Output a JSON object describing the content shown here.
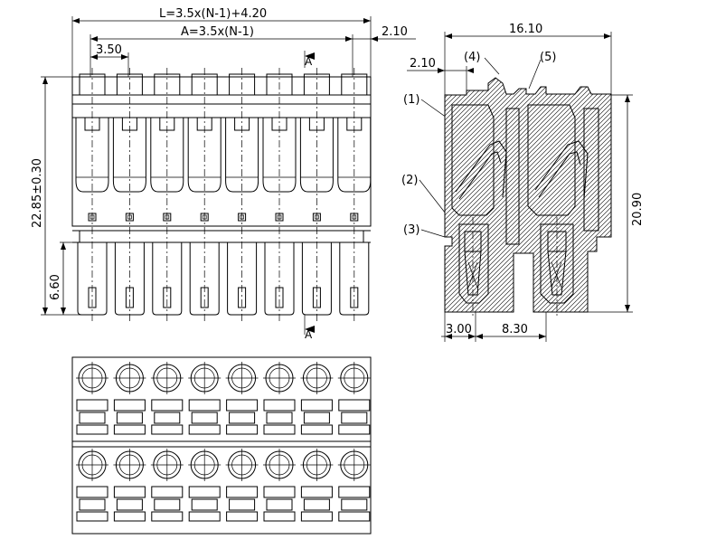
{
  "dimensions": {
    "overall_length": "L=3.5x(N-1)+4.20",
    "pitch_span": "A=3.5x(N-1)",
    "offset_right": "2.10",
    "pitch": "3.50",
    "height_total": "22.85±0.30",
    "height_lower": "6.60",
    "side_width": "16.10",
    "side_offset": "2.10",
    "side_height": "20.90",
    "side_bottom_left": "3.00",
    "side_bottom_mid": "8.30"
  },
  "section_marks": {
    "top": "A",
    "bottom": "A"
  },
  "callouts": [
    "(1)",
    "(2)",
    "(3)",
    "(4)",
    "(5)"
  ],
  "pole_count": 8
}
